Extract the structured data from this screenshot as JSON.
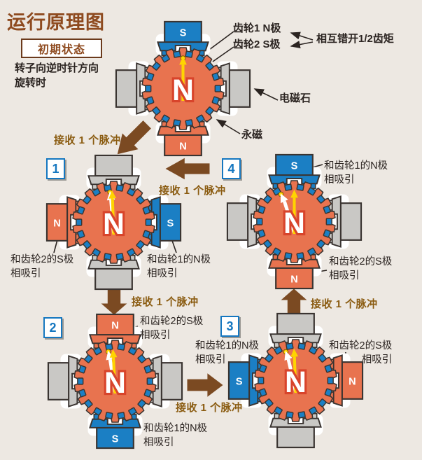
{
  "title": "运行原理图",
  "legend": {
    "initial_state": "初期状态",
    "desc_line1": "转子向逆时针方向",
    "desc_line2": "旋转时"
  },
  "annotations": {
    "gear1": "齿轮1 N极",
    "gear2": "齿轮2 S极",
    "offset": "相互错开1/2齿矩",
    "electromagnet": "电磁石",
    "permanent_magnet": "永磁"
  },
  "pulse_label": "接收 1 个脉冲",
  "attract_labels": {
    "gear1_n": "和齿轮1的N极",
    "gear2_s": "和齿轮2的S极",
    "suffix": "相吸引"
  },
  "badges": {
    "s1": "1",
    "s2": "2",
    "s3": "3",
    "s4": "4"
  },
  "colors": {
    "background": "#EDE8E2",
    "orange": "#E8734F",
    "blue": "#1B7FC4",
    "gray": "#C9C8C5",
    "outline": "#3A3431",
    "rotor_letter_stroke": "#D8442B",
    "yellow": "#FFD400",
    "arrow_brown": "#7B4A22",
    "pulse_text_brown": "#8A5B10",
    "title_brown": "#8E4A1F",
    "text_black": "#2B2421",
    "badge_blue": "#1577C0"
  },
  "motors": {
    "initial": {
      "rotor_label": "N",
      "dot_angle": 0,
      "yellow_angle": 0,
      "white_angle": null,
      "poles": {
        "top": {
          "color": "blue",
          "label": "S"
        },
        "right": {
          "color": "gray",
          "label": ""
        },
        "bottom": {
          "color": "orange",
          "label": "N"
        },
        "left": {
          "color": "gray",
          "label": ""
        }
      }
    },
    "s1": {
      "rotor_label": "N",
      "dot_angle": -7,
      "yellow_angle": -3,
      "white_angle": -7,
      "poles": {
        "top": {
          "color": "gray",
          "label": ""
        },
        "right": {
          "color": "blue",
          "label": "S"
        },
        "bottom": {
          "color": "gray",
          "label": ""
        },
        "left": {
          "color": "orange",
          "label": "N"
        }
      }
    },
    "s2": {
      "rotor_label": "N",
      "dot_angle": -13,
      "yellow_angle": -4,
      "white_angle": -13,
      "poles": {
        "top": {
          "color": "orange",
          "label": "N"
        },
        "right": {
          "color": "gray",
          "label": ""
        },
        "bottom": {
          "color": "blue",
          "label": "S"
        },
        "left": {
          "color": "gray",
          "label": ""
        }
      }
    },
    "s3": {
      "rotor_label": "N",
      "dot_angle": -19,
      "yellow_angle": -3,
      "white_angle": -19,
      "poles": {
        "top": {
          "color": "gray",
          "label": ""
        },
        "right": {
          "color": "orange",
          "label": "N"
        },
        "bottom": {
          "color": "gray",
          "label": ""
        },
        "left": {
          "color": "blue",
          "label": "S"
        }
      }
    },
    "s4": {
      "rotor_label": "N",
      "dot_angle": -26,
      "yellow_angle": 0,
      "white_angle": -26,
      "poles": {
        "top": {
          "color": "blue",
          "label": "S"
        },
        "right": {
          "color": "gray",
          "label": ""
        },
        "bottom": {
          "color": "orange",
          "label": "N"
        },
        "left": {
          "color": "gray",
          "label": ""
        }
      }
    }
  }
}
